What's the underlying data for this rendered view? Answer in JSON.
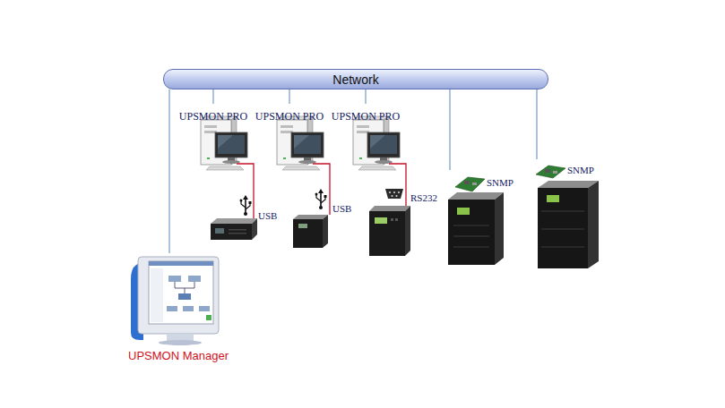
{
  "diagram": {
    "nodes": [
      {
        "text": [
          "Network"
        ]
      },
      {
        "text": [
          "UPSMON PRO"
        ]
      },
      {
        "text": [
          "UPSMON PRO"
        ]
      },
      {
        "text": [
          "UPSMON PRO"
        ]
      },
      {
        "text": [
          "SNMP"
        ]
      },
      {
        "text": [
          "SNMP"
        ]
      },
      {
        "text": [
          "UPSMON Manager"
        ]
      }
    ],
    "edges": [
      {
        "from": 0,
        "to": 1,
        "arrow": "none"
      },
      {
        "from": 0,
        "to": 2,
        "arrow": "none"
      },
      {
        "from": 0,
        "to": 3,
        "arrow": "none"
      },
      {
        "from": 0,
        "to": 4,
        "arrow": "none"
      },
      {
        "from": 0,
        "to": 5,
        "arrow": "none"
      },
      {
        "from": 0,
        "to": 6,
        "arrow": "none"
      }
    ],
    "labels": [
      "USB",
      "USB",
      "RS232"
    ]
  }
}
